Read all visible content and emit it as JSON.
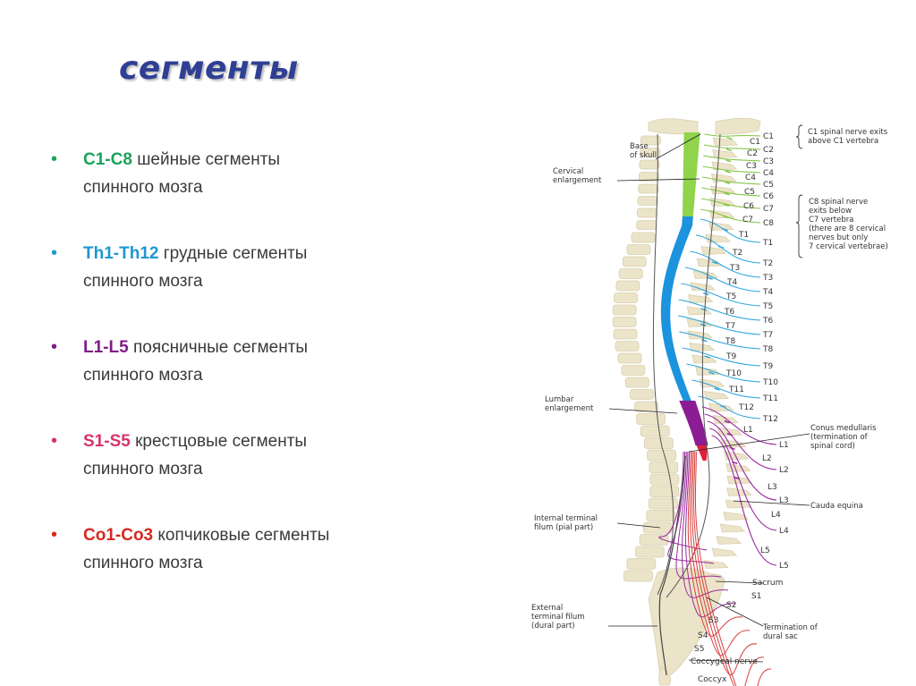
{
  "title": "сегменты",
  "bullets": [
    {
      "code": "C1-C8",
      "rest": "шейные сегменты",
      "line2": "спинного мозга",
      "color": "#1aa35a"
    },
    {
      "code": "Th1-Th12",
      "rest": "грудные сегменты",
      "line2": "спинного мозга",
      "color": "#1f97cf"
    },
    {
      "code": "L1-L5",
      "rest": "поясничные сегменты",
      "line2": "спинного мозга",
      "color": "#7e1c87"
    },
    {
      "code": "S1-S5",
      "rest": "крестцовые сегменты",
      "line2": "спинного мозга",
      "color": "#d6336c"
    },
    {
      "code": "Co1-Co3",
      "rest": "копчиковые сегменты",
      "line2": "спинного мозга",
      "color": "#d42a1e"
    }
  ],
  "diagram": {
    "left_labels": {
      "base_of_skull": [
        "Base",
        "of skull"
      ],
      "cervical_enlargement": [
        "Cervical",
        "enlargement"
      ],
      "lumbar_enlargement": [
        "Lumbar",
        "enlargement"
      ],
      "internal_filum": [
        "Internal terminal",
        "filum (pial part)"
      ],
      "external_filum": [
        "External",
        "terminal filum",
        "(dural part)"
      ]
    },
    "right_notes": {
      "c1_note": [
        "C1 spinal nerve exits",
        "above C1 vertebra"
      ],
      "c8_note": [
        "C8 spinal nerve",
        "exits below",
        "C7 vertebra",
        "(there are 8 cervical",
        "nerves but only",
        "7 cervical vertebrae)"
      ],
      "conus": [
        "Conus medullaris",
        "(termination of",
        "spinal cord)"
      ],
      "cauda": [
        "Cauda equina"
      ],
      "dural_sac": [
        "Termination of",
        "dural sac"
      ],
      "sacrum": "Sacrum",
      "coccygeal_nerve": "Coccygeal nerve",
      "coccyx": "Coccyx"
    },
    "vertebra_labels": [
      "C1",
      "C2",
      "C3",
      "C4",
      "C5",
      "C6",
      "C7",
      "T1",
      "T2",
      "T3",
      "T4",
      "T5",
      "T6",
      "T7",
      "T8",
      "T9",
      "T10",
      "T11",
      "T12",
      "L1",
      "L2",
      "L3",
      "L4",
      "L5",
      "S1",
      "S2",
      "S3",
      "S4",
      "S5"
    ],
    "nerve_labels": [
      "C1",
      "C2",
      "C3",
      "C4",
      "C5",
      "C6",
      "C7",
      "C8",
      "T1",
      "T2",
      "T3",
      "T4",
      "T5",
      "T6",
      "T7",
      "T8",
      "T9",
      "T10",
      "T11",
      "T12",
      "L1",
      "L2",
      "L3",
      "L4",
      "L5"
    ],
    "colors": {
      "cervical": "#8fd44b",
      "thoracic": "#1c93dc",
      "lumbar": "#8b1c94",
      "sacral": "#e0203a",
      "bone": "#ece4c8",
      "cervical_nerve": "#86c64a",
      "thoracic_nerve": "#35a8df",
      "lumbar_nerve": "#9a2b9f",
      "sacral_nerve": "#d94040"
    }
  }
}
